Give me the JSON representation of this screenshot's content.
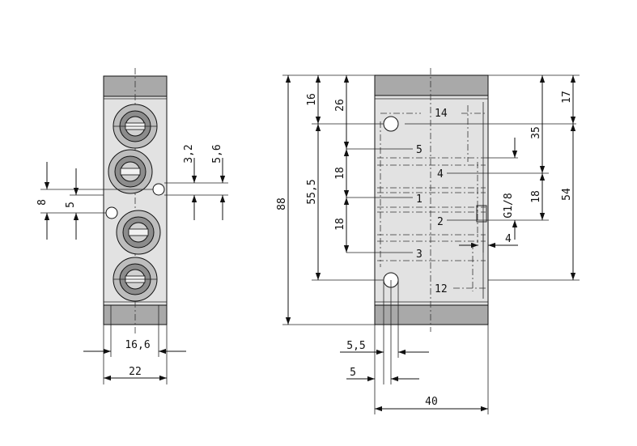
{
  "side_view": {
    "dimensions": {
      "d8": "8",
      "d5": "5",
      "d3_2": "3,2",
      "d5_6": "5,6",
      "d16_6": "16,6",
      "d22": "22"
    }
  },
  "front_view": {
    "dimensions": {
      "d88": "88",
      "d16": "16",
      "d26": "26",
      "d55_5": "55,5",
      "d18_upper": "18",
      "d18_lower": "18",
      "d17": "17",
      "d35": "35",
      "d54": "54",
      "d18_right": "18",
      "g18": "G1/8",
      "d4": "4",
      "d5_5": "5,5",
      "d5_bottom": "5",
      "d40": "40"
    },
    "ports": {
      "p14": "14",
      "p5": "5",
      "p4": "4",
      "p1": "1",
      "p2": "2",
      "p3": "3",
      "p12": "12"
    }
  },
  "colors": {
    "line": "#111111",
    "cap_fill": "#a9a9a9",
    "body_fill": "#e2e2e2",
    "background": "#ffffff"
  }
}
